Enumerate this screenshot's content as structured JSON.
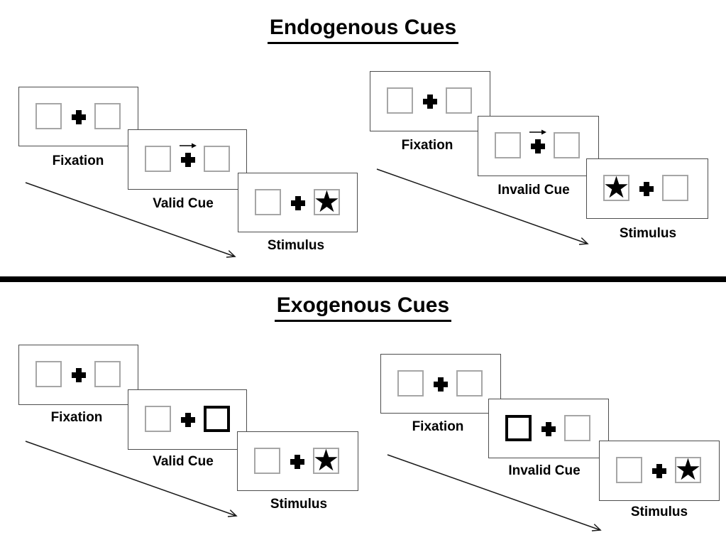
{
  "slide": {
    "sections": [
      {
        "title": "Endogenous Cues",
        "groups": [
          {
            "name": "valid-trial",
            "steps": [
              {
                "label": "Fixation"
              },
              {
                "label": "Valid Cue"
              },
              {
                "label": "Stimulus"
              }
            ]
          },
          {
            "name": "invalid-trial",
            "steps": [
              {
                "label": "Fixation"
              },
              {
                "label": "Invalid Cue"
              },
              {
                "label": "Stimulus"
              }
            ]
          }
        ]
      },
      {
        "title": "Exogenous Cues",
        "groups": [
          {
            "name": "valid-trial",
            "steps": [
              {
                "label": "Fixation"
              },
              {
                "label": "Valid Cue"
              },
              {
                "label": "Stimulus"
              }
            ]
          },
          {
            "name": "invalid-trial",
            "steps": [
              {
                "label": "Fixation"
              },
              {
                "label": "Invalid Cue"
              },
              {
                "label": "Stimulus"
              }
            ]
          }
        ]
      }
    ]
  },
  "glyphs": {
    "star": "★"
  },
  "colors": {
    "background": "#ffffff",
    "text": "#000000",
    "panel_border": "#4d4d4d",
    "square_border": "#a6a6a6",
    "bold_cue_square_border": "#000000",
    "star_fill": "#000000",
    "divider": "#000000",
    "arrow": "#1a1a1a"
  }
}
